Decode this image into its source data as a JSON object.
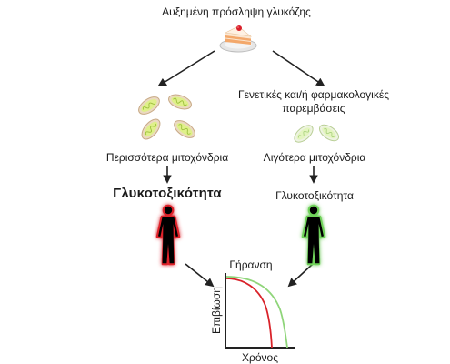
{
  "top": {
    "label": "Αυξημένη πρόσληψη γλυκόζης"
  },
  "left": {
    "mito_label": "Περισσότερα μιτοχόνδρια",
    "outcome_label": "Γλυκοτοξικότητα",
    "color": "#d9232a"
  },
  "right": {
    "intervention_line1": "Γενετικές και/ή φαρμακολογικές",
    "intervention_line2": "παρεμβάσεις",
    "mito_label": "Λιγότερα μιτοχόνδρια",
    "outcome_label": "Γλυκοτοξικότητα",
    "color": "#6fd35a"
  },
  "graph": {
    "title": "Γήρανση",
    "ylabel": "Επιβίωση",
    "xlabel": "Χρόνος"
  },
  "icons": {
    "cake": "cake-slice-icon",
    "mitochondrion": "mitochondrion-icon",
    "human": "human-figure-icon"
  }
}
